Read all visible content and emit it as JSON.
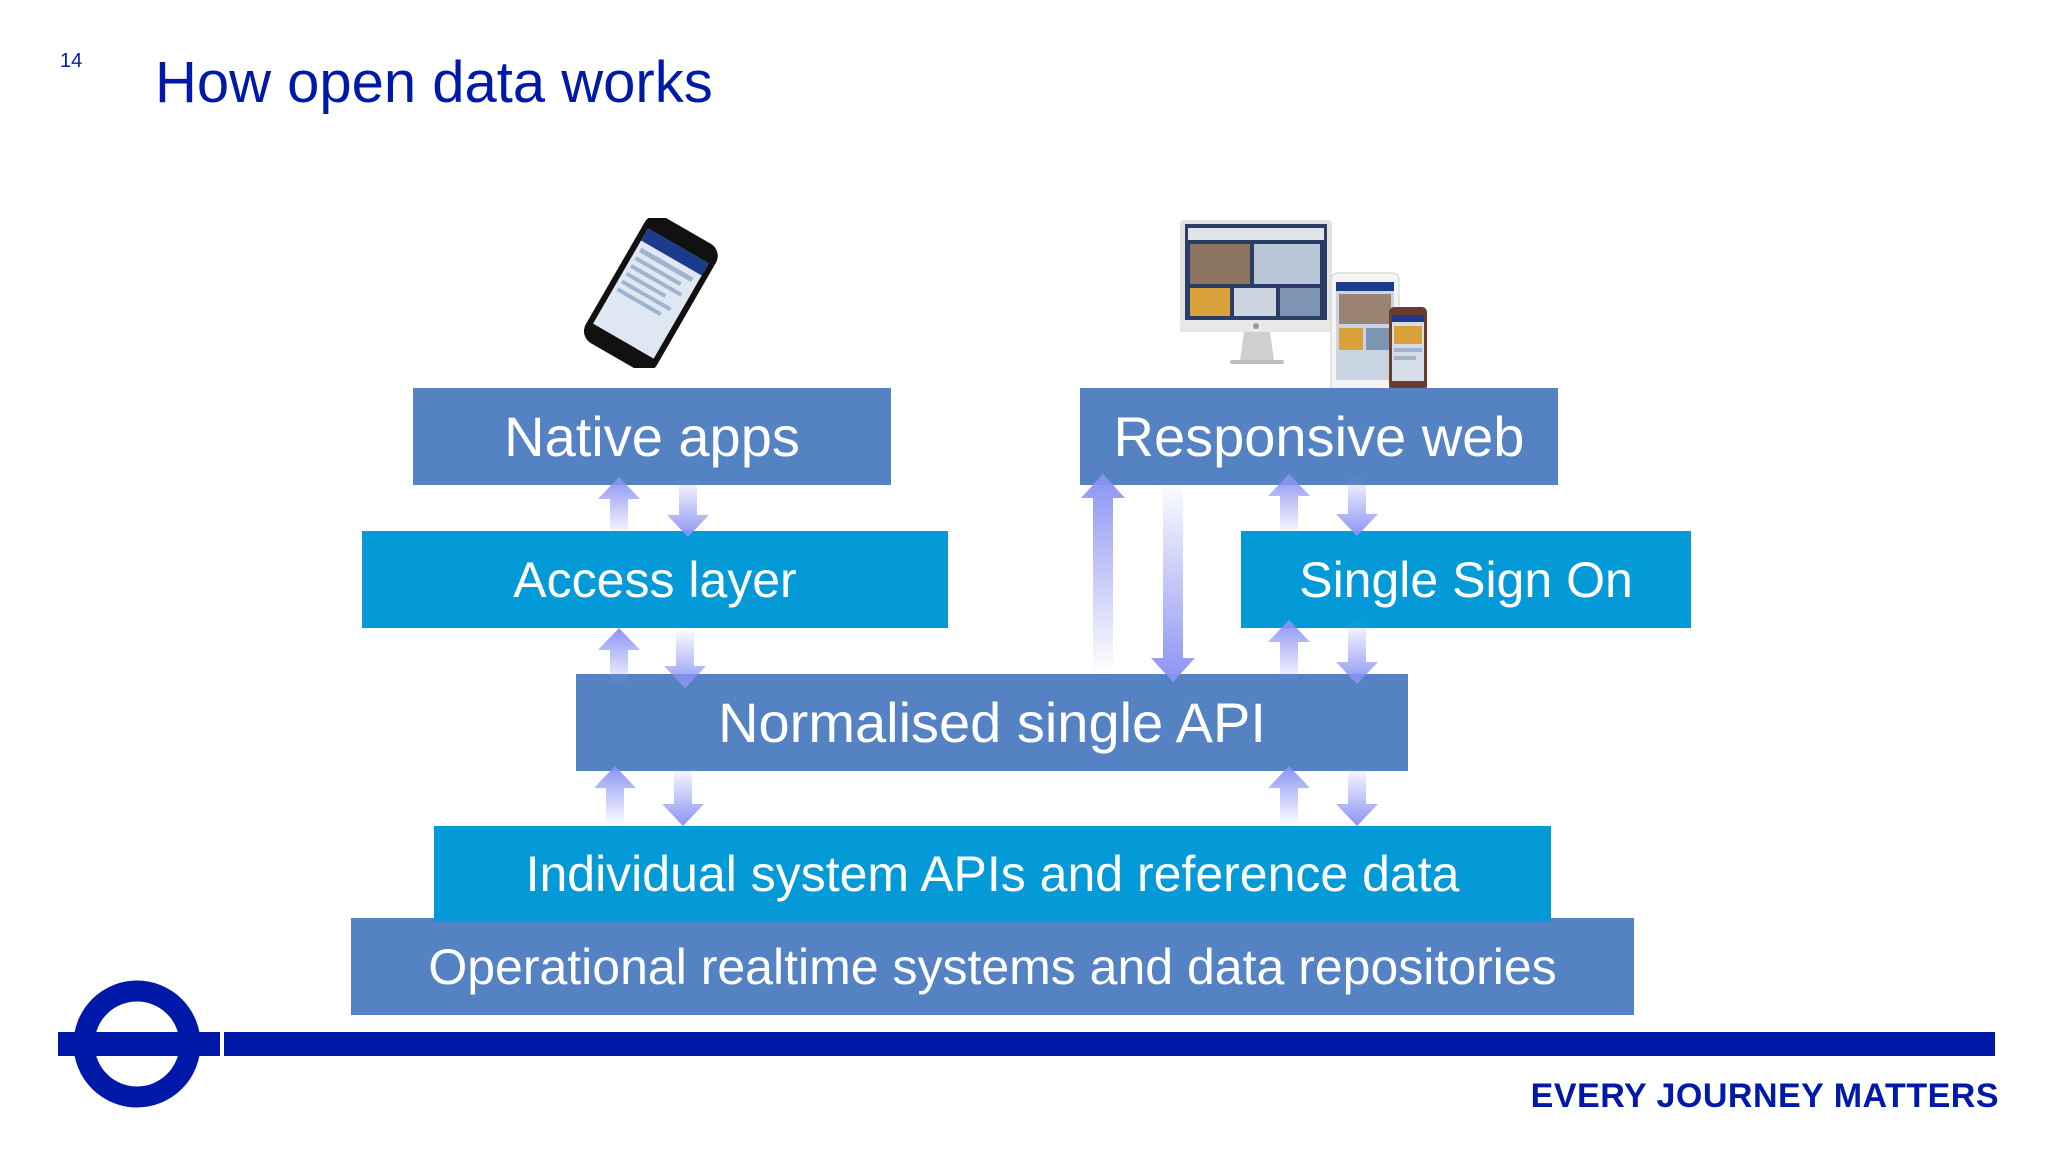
{
  "slide": {
    "number": "14",
    "title": "How open data works"
  },
  "layers": {
    "native_apps": "Native apps",
    "responsive_web": "Responsive web",
    "access_layer": "Access layer",
    "single_sign_on": "Single Sign On",
    "normalised_api": "Normalised single API",
    "individual_apis": "Individual system APIs and reference data",
    "operational_systems": "Operational realtime systems and data repositories"
  },
  "footer": {
    "tagline": "EVERY JOURNEY MATTERS"
  },
  "colors": {
    "brand_blue": "#0019a8",
    "box_dark": "#5482c2",
    "box_light": "#049ad8",
    "arrow": "#8b93f2"
  },
  "icons": {
    "devices": [
      "smartphone-icon",
      "desktop-monitor-icon",
      "tablet-icon",
      "small-phone-icon"
    ],
    "logo": "roundel-logo"
  }
}
